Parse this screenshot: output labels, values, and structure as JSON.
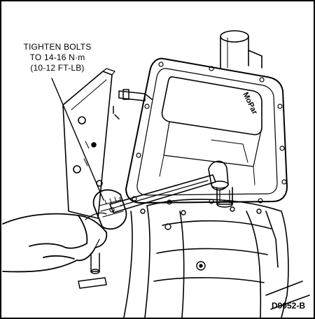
{
  "callout": {
    "line1": "TIGHTEN BOLTS",
    "line2": "TO 14-16 N·m",
    "line3": "(10-12 FT-LB)"
  },
  "pan_stamp": "MoPar",
  "figure_id": "D9052-B",
  "colors": {
    "ink": "#000000",
    "paper": "#ffffff"
  }
}
